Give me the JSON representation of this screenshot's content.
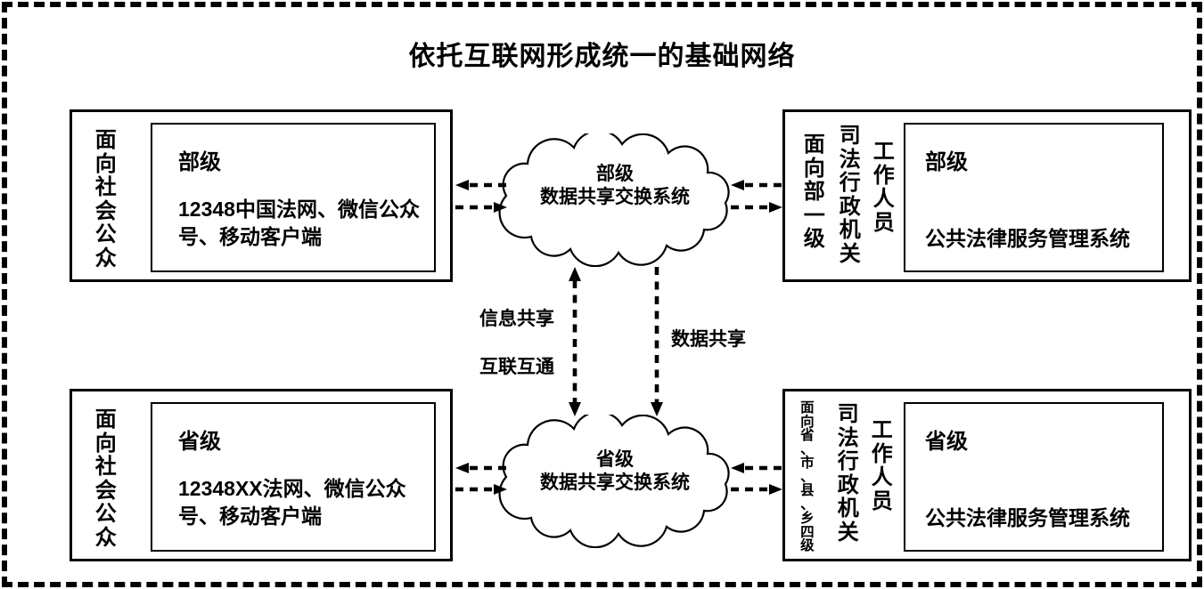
{
  "title": "依托互联网形成统一的基础网络",
  "groups": {
    "top_left": {
      "side_label": "面向社会公众",
      "level": "部级",
      "body": "12348中国法网、微信公众号、移动客户端"
    },
    "top_right": {
      "side_labels": [
        "面向部一级",
        "司法行政机关",
        "工作人员"
      ],
      "level": "部级",
      "body": "公共法律服务管理系统"
    },
    "bottom_left": {
      "side_label": "面向社会公众",
      "level": "省级",
      "body": "12348XX法网、微信公众号、移动客户端"
    },
    "bottom_right": {
      "side_labels": [
        "面向省、市、县、乡四级",
        "司法行政机关",
        "工作人员"
      ],
      "level": "省级",
      "body": "公共法律服务管理系统"
    }
  },
  "clouds": {
    "top": {
      "line1": "部级",
      "line2": "数据共享交换系统"
    },
    "bottom": {
      "line1": "省级",
      "line2": "数据共享交换系统"
    }
  },
  "link_labels": {
    "info_share": "信息共享",
    "interconnect": "互联互通",
    "data_share": "数据共享"
  },
  "icons": {
    "cloud": "cloud-shape",
    "dashed_arrow": "dashed-arrow"
  },
  "colors": {
    "ink": "#000000",
    "background": "#ffffff"
  }
}
